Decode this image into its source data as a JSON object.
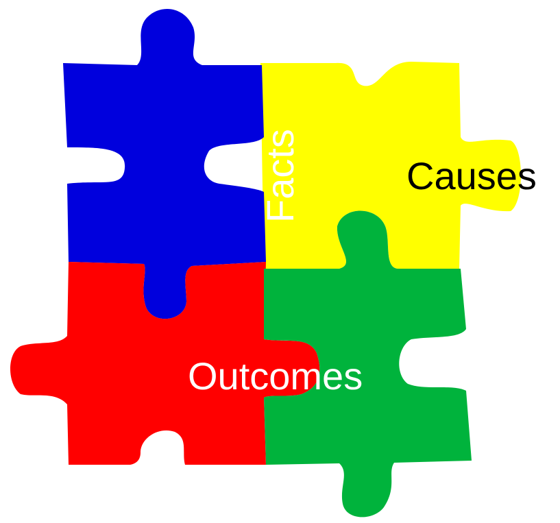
{
  "colors": {
    "blue": "#0000dd",
    "yellow": "#ffff00",
    "red": "#ff0000",
    "green": "#00b33c",
    "label_light": "#ffffff",
    "label_dark": "#000000"
  },
  "pieces": {
    "blue": {
      "label": "Facts"
    },
    "yellow": {
      "label": "Causes"
    },
    "red": {
      "label": ""
    },
    "green": {
      "label": "Outcomes"
    }
  }
}
